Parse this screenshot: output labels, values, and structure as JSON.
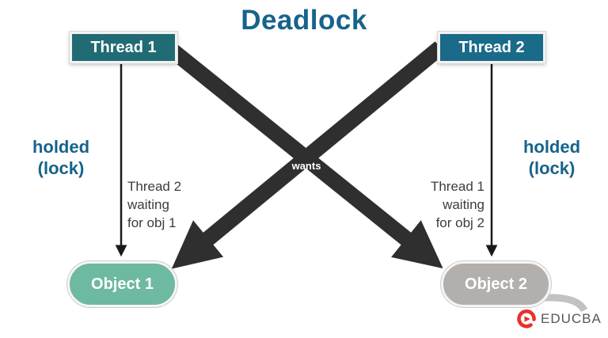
{
  "title": "Deadlock",
  "nodes": {
    "thread1": {
      "label": "Thread 1"
    },
    "thread2": {
      "label": "Thread 2"
    },
    "object1": {
      "label": "Object 1"
    },
    "object2": {
      "label": "Object 2"
    }
  },
  "edges": {
    "held_left": {
      "label": "holded\n(lock)"
    },
    "held_right": {
      "label": "holded\n(lock)"
    },
    "wait_left": {
      "label": "Thread 2\nwaiting\nfor obj 1"
    },
    "wait_right": {
      "label": "Thread 1\nwaiting\nfor obj 2"
    },
    "wants": {
      "label": "wants"
    }
  },
  "branding": {
    "logo_text": "EDUCBA"
  },
  "colors": {
    "title_text": "#17638b",
    "thread1_fill": "#206b74",
    "thread2_fill": "#1a6a8a",
    "object1_fill": "#6eb9a1",
    "object2_fill": "#b3afac",
    "big_arrow": "#2f2f2f",
    "thin_arrow": "#1a1a1a",
    "wait_text": "#3c3c3c",
    "logo_red": "#e8312a"
  }
}
